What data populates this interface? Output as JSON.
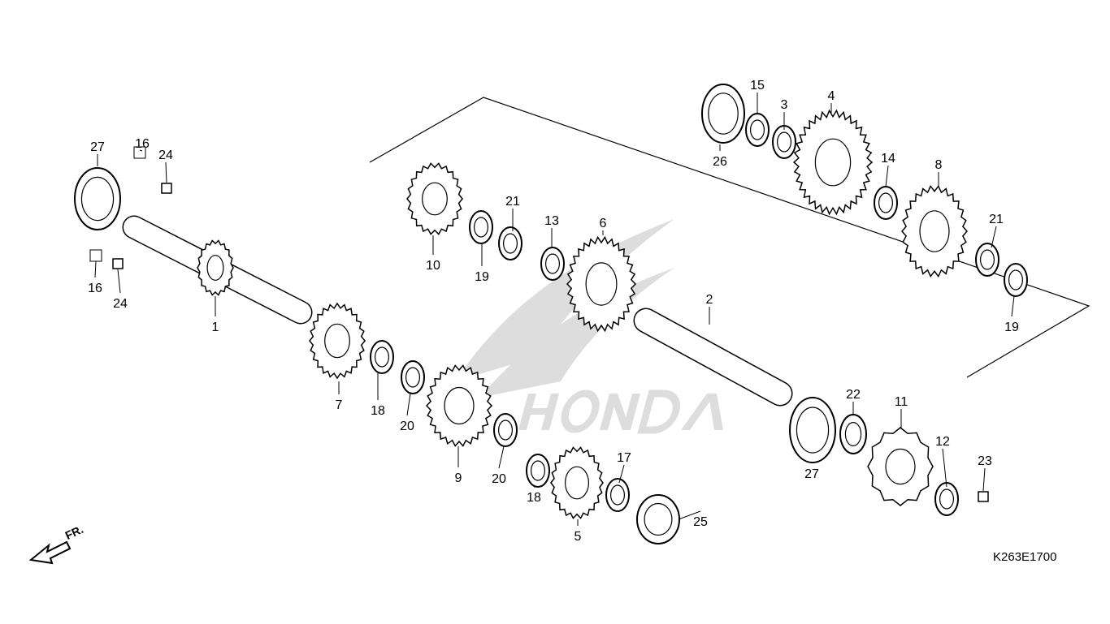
{
  "diagram": {
    "title_code": "K263E1700",
    "front_indicator": "FR.",
    "callouts": [
      "27",
      "16",
      "24",
      "16",
      "24",
      "1",
      "7",
      "18",
      "20",
      "10",
      "19",
      "21",
      "13",
      "6",
      "9",
      "20",
      "18",
      "5",
      "17",
      "25",
      "2",
      "27",
      "22",
      "11",
      "12",
      "23",
      "26",
      "15",
      "3",
      "4",
      "14",
      "8",
      "21",
      "19"
    ],
    "colors": {
      "line": "#000000",
      "watermark": "#b8b8b8"
    }
  }
}
